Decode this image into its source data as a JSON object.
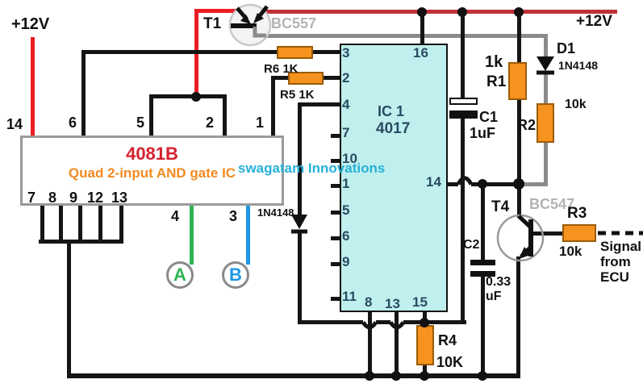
{
  "supply": {
    "left_label": "+12V",
    "right_label": "+12V"
  },
  "transistors": {
    "t1": {
      "ref": "T1",
      "part": "BC557"
    },
    "t4": {
      "ref": "T4",
      "part": "BC547"
    }
  },
  "ic4081": {
    "title": "4081B",
    "subtitle": "Quad 2-input AND gate IC",
    "top_pins": [
      "14",
      "6",
      "5",
      "2",
      "1"
    ],
    "bottom_pins": [
      "7",
      "8",
      "9",
      "12",
      "13"
    ],
    "pin4": "4",
    "pin3": "3",
    "terminal_a": "A",
    "terminal_b": "B"
  },
  "ic4017": {
    "ref": "IC 1",
    "part": "4017",
    "left_pins": [
      "3",
      "2",
      "4",
      "7",
      "10",
      "1",
      "5",
      "6",
      "9",
      "11"
    ],
    "top_pin": "16",
    "right_pin": "14",
    "bottom_pins": [
      "8",
      "13",
      "15"
    ]
  },
  "resistors": {
    "r1": {
      "value": "1k",
      "ref": "R1"
    },
    "r2": {
      "ref": "R2",
      "value": "10k"
    },
    "r3": {
      "ref": "R3",
      "value": "10k"
    },
    "r4": {
      "ref": "R4",
      "value": "10K"
    },
    "r5": {
      "label": "R5 1K"
    },
    "r6": {
      "label": "R6 1K"
    }
  },
  "capacitors": {
    "c1": {
      "ref": "C1",
      "value": "1uF"
    },
    "c2": {
      "ref": "C2",
      "value": "0.33",
      "unit": "uF"
    }
  },
  "diodes": {
    "d1": {
      "ref": "D1",
      "part": "1N4148"
    },
    "d2": {
      "part": "1N4148"
    }
  },
  "ecu_signal": {
    "line1": "Signal",
    "line2": "from",
    "line3": "ECU"
  },
  "watermark": "swagatam Innovations",
  "colors": {
    "wire_red": "#ee1c24",
    "rail_dark_red": "#c0303a",
    "wire_gray": "#8b8b8b",
    "wire_black": "#151515",
    "resistor_orange": "#f6921e",
    "ic4017_fill": "#bff0ee",
    "terminal_a_green": "#2eb353",
    "terminal_b_blue": "#1f97e5",
    "watermark_cyan": "#27b1d8",
    "ic4081_title_red": "#d5212e",
    "ic4081_subtitle_orange": "#f18a21",
    "ic4017_text": "#2b4a63"
  }
}
